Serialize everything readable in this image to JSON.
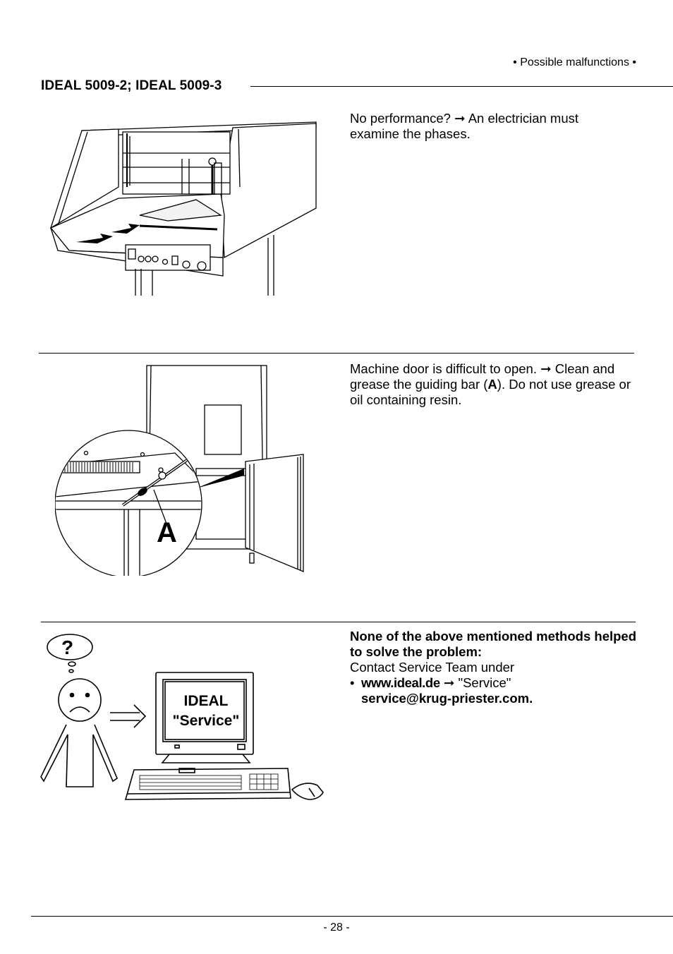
{
  "header": {
    "section_title": "• Possible malfunctions •",
    "models": "IDEAL 5009-2;   IDEAL 5009-3"
  },
  "sections": [
    {
      "text_a": "No performance? ",
      "arrow": "➞",
      "text_b": " An electrician must examine the phases."
    },
    {
      "text_a": "Machine door is difficult to open. ",
      "arrow": "➞",
      "text_b": " Clean and grease the guiding bar (",
      "label_bold": "A",
      "text_c": "). Do not use grease or oil containing resin.",
      "callout_label": "A"
    },
    {
      "heading": "None of the above mentioned methods helped to solve the problem:",
      "intro": "Contact Service Team under",
      "bullet": "•",
      "website": "www.ideal.de",
      "arrow": "➞",
      "website_target": " \"Service\"",
      "email": "service@krug-priester.com.",
      "screen_line1": "IDEAL",
      "screen_line2": "\"Service\"",
      "thought_mark": "?"
    }
  ],
  "footer": {
    "page_number": "- 28 -"
  }
}
